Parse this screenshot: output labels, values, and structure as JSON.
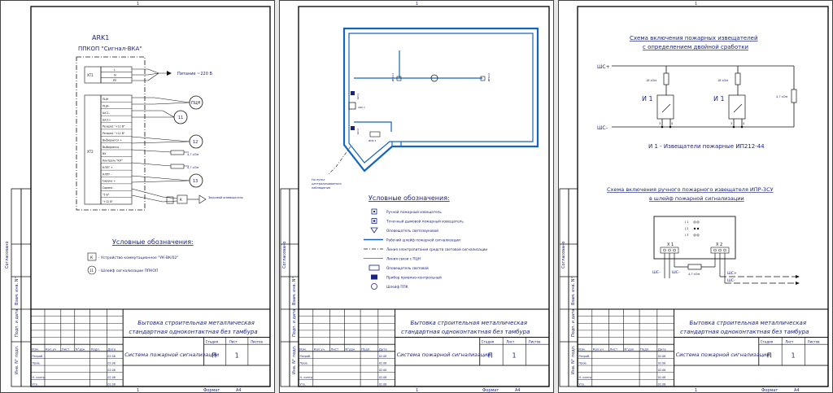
{
  "sheet": {
    "format_label": "Формат",
    "format_value": "А4",
    "sheet_marker": "1",
    "title_main_line1": "Бытовка строительная металлическая",
    "title_main_line2": "стандартная одноконтактная без тамбура",
    "system_name": "Система пожарной сигнализации",
    "stage_label": "Стадия",
    "sheet_label": "Лист",
    "sheets_label": "Листов",
    "stage_value": "П",
    "sheet_value": "1",
    "col_headers": [
      "Изм.",
      "Кол.уч",
      "Лист",
      "N°док",
      "Подп.",
      "Дата"
    ],
    "row_labels": [
      "Разраб.",
      "Пров.",
      "",
      "Н. контр.",
      "Утв."
    ],
    "date_code": "02.08",
    "side_labels": [
      "Согласовано",
      "Взам. инв. N°",
      "Подп. и дата",
      "Инв. N° подл."
    ]
  },
  "panel1": {
    "device_title": "ARK1",
    "device_subtitle": "ППКОП \"Сигнал-ВКА\"",
    "xt1_label": "ХТ1",
    "xt1_pins": [
      "L",
      "N",
      "PE"
    ],
    "power_label": "Питание ~220 В",
    "xt2_label": "ХТ2",
    "xt2_pins": [
      "ПЦН",
      "ПЦН-",
      "ШС1-",
      "ШС1+",
      "Резерв1 \"+12 В\"",
      "Резерв1 \"+12 В\"",
      "Выбирается +",
      "Выбирается -",
      "ВХ",
      "Контроль \"КЛ\"",
      "КЛПТ +",
      "КЛПТ -",
      "Сирена +",
      "Сирена -",
      "\"5 В\"",
      "\"+12 В\""
    ],
    "pcn_label": "ПЦН",
    "loop_labels": [
      "11",
      "12",
      "13"
    ],
    "resistor_label": "4,7 кОм",
    "k_label": "К",
    "sound_label": "Звуковой оповещатель",
    "legend_title": "Условные обозначения:",
    "legend_box_code": "К",
    "legend_item1": "- Устройство коммутационное \"УК-ВК/02\"",
    "legend_circle_code": "11",
    "legend_item2": "- Шлейф сигнализации ППКОП"
  },
  "panel2": {
    "label_hs1": "ШС1",
    "label_hs2": "ШС2",
    "label_ark": "ARK 1",
    "label_ipr": "ИПР-3",
    "label_ip": "ИП212",
    "label_ip2": "ИП212",
    "note_line1": "На пульт",
    "note_line2": "централизованного",
    "note_line3": "наблюдения",
    "legend_title": "Условные обозначения:",
    "legend_items": [
      "Ручной пожарный извещатель",
      "Точечный дымовой пожарный извещатель",
      "Оповещатель светозвуковой",
      "Рабочий шлейф пожарной сигнализации",
      "Линия электропитания средств световой сигнализации",
      "Линия связи с ПЦН",
      "Оповещатель световой",
      "Прибор приемно-контрольный",
      "Шлейф ППК"
    ]
  },
  "panel3": {
    "scheme1_title_line1": "Схема включения пожарных извещателей",
    "scheme1_title_line2": "с определением двойной сработки",
    "shs_plus": "ШС+",
    "shs_minus": "ШС-",
    "r_label": "18 кОм",
    "r_label2": "18 кОм",
    "end_r_label": "4,7 кОм",
    "i1_label": "И 1",
    "i2_label": "И 1",
    "pins": [
      "3",
      "4",
      "3",
      "4"
    ],
    "caption": "И 1 - Извещатели пожарные ИП212-44",
    "scheme2_title_line1": "Схема включения ручного пожарного извещателя ИПР-3СУ",
    "scheme2_title_line2": "в шлейф пожарной сигнализации",
    "x1_label": "Х 1",
    "x2_label": "Х 2",
    "jumpers": [
      "J 1",
      "J 2",
      "J 3"
    ],
    "bottom_labels": [
      "ШС-",
      "ШС-"
    ],
    "bottom_r_label": "4,7 кОм",
    "out_plus": "ШС+",
    "out_minus": "ШС-"
  }
}
